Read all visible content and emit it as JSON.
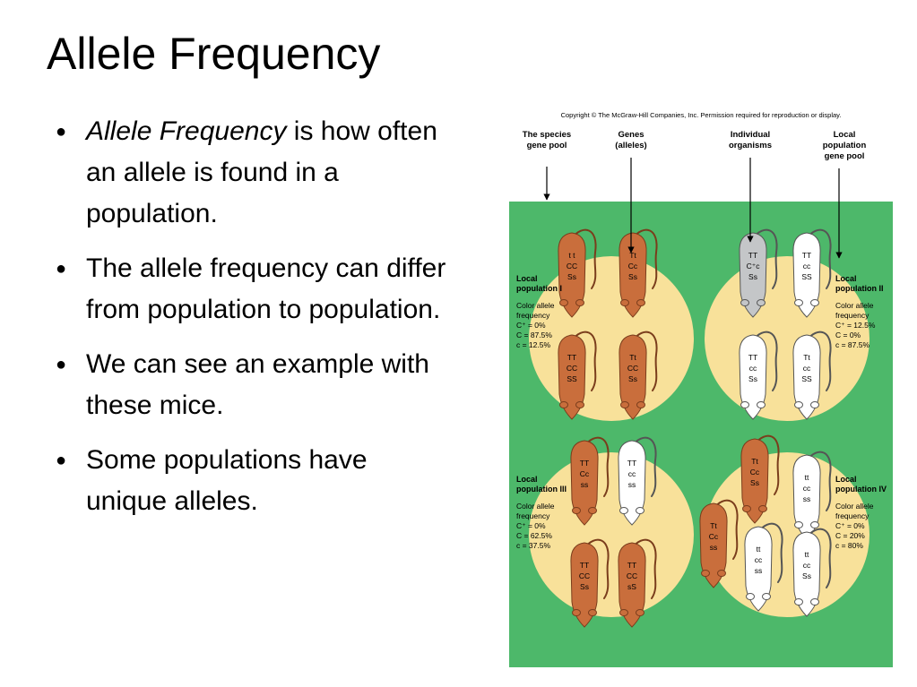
{
  "slide": {
    "title": "Allele Frequency"
  },
  "bullets": [
    {
      "italic_part": "Allele Frequency",
      "text": " is how often an allele is found in a population."
    },
    {
      "italic_part": "",
      "text": "The allele frequency can differ from population to population."
    },
    {
      "italic_part": "",
      "text": "We can see an example with these mice."
    },
    {
      "italic_part": "",
      "text": "Some populations have unique alleles."
    }
  ],
  "figure": {
    "copyright": "Copyright © The McGraw-Hill Companies, Inc. Permission required for reproduction or display.",
    "headers": [
      {
        "line1": "The species",
        "line2": "gene pool",
        "line3": ""
      },
      {
        "line1": "Genes",
        "line2": "(alleles)",
        "line3": ""
      },
      {
        "line1": "Individual",
        "line2": "organisms",
        "line3": ""
      },
      {
        "line1": "Local",
        "line2": "population",
        "line3": "gene pool"
      }
    ],
    "colors": {
      "green": "#4db86a",
      "yellow": "#f8e19a",
      "brown_mouse": "#c96e3c",
      "white_mouse": "#ffffff",
      "gray_mouse": "#c4c6c8",
      "label_text": "#000000",
      "population_label": "#1a1a1a"
    },
    "populations": [
      {
        "name_line1": "Local",
        "name_line2": "population I",
        "freq_line1": "Color allele",
        "freq_line2": "frequency",
        "c_plus": "C⁺ = 0%",
        "c_upper": "C = 87.5%",
        "c_lower": "c = 12.5%",
        "mice": [
          {
            "g1": "t t",
            "g2": "CC",
            "g3": "Ss",
            "color": "brown"
          },
          {
            "g1": "Tt",
            "g2": "Cc",
            "g3": "Ss",
            "color": "brown"
          },
          {
            "g1": "TT",
            "g2": "CC",
            "g3": "SS",
            "color": "brown"
          },
          {
            "g1": "Tt",
            "g2": "CC",
            "g3": "Ss",
            "color": "brown"
          }
        ]
      },
      {
        "name_line1": "Local",
        "name_line2": "population II",
        "freq_line1": "Color allele",
        "freq_line2": "frequency",
        "c_plus": "C⁺ = 12.5%",
        "c_upper": "C = 0%",
        "c_lower": "c = 87.5%",
        "mice": [
          {
            "g1": "TT",
            "g2": "C⁺c",
            "g3": "Ss",
            "color": "gray"
          },
          {
            "g1": "TT",
            "g2": "cc",
            "g3": "SS",
            "color": "white"
          },
          {
            "g1": "TT",
            "g2": "cc",
            "g3": "Ss",
            "color": "white"
          },
          {
            "g1": "Tt",
            "g2": "cc",
            "g3": "SS",
            "color": "white"
          }
        ]
      },
      {
        "name_line1": "Local",
        "name_line2": "population III",
        "freq_line1": "Color allele",
        "freq_line2": "frequency",
        "c_plus": "C⁺ = 0%",
        "c_upper": "C = 62.5%",
        "c_lower": "c = 37.5%",
        "mice": [
          {
            "g1": "TT",
            "g2": "Cc",
            "g3": "ss",
            "color": "brown"
          },
          {
            "g1": "TT",
            "g2": "cc",
            "g3": "ss",
            "color": "white"
          },
          {
            "g1": "TT",
            "g2": "CC",
            "g3": "Ss",
            "color": "brown"
          },
          {
            "g1": "TT",
            "g2": "CC",
            "g3": "sS",
            "color": "brown"
          }
        ]
      },
      {
        "name_line1": "Local",
        "name_line2": "population IV",
        "freq_line1": "Color allele",
        "freq_line2": "frequency",
        "c_plus": "C⁺ = 0%",
        "c_upper": "C = 20%",
        "c_lower": "c = 80%",
        "mice": [
          {
            "g1": "Tt",
            "g2": "Cc",
            "g3": "Ss",
            "color": "brown"
          },
          {
            "g1": "tt",
            "g2": "cc",
            "g3": "ss",
            "color": "white"
          },
          {
            "g1": "Tt",
            "g2": "Cc",
            "g3": "ss",
            "color": "brown"
          },
          {
            "g1": "tt",
            "g2": "cc",
            "g3": "ss",
            "color": "white"
          },
          {
            "g1": "tt",
            "g2": "cc",
            "g3": "Ss",
            "color": "white"
          }
        ]
      }
    ]
  }
}
